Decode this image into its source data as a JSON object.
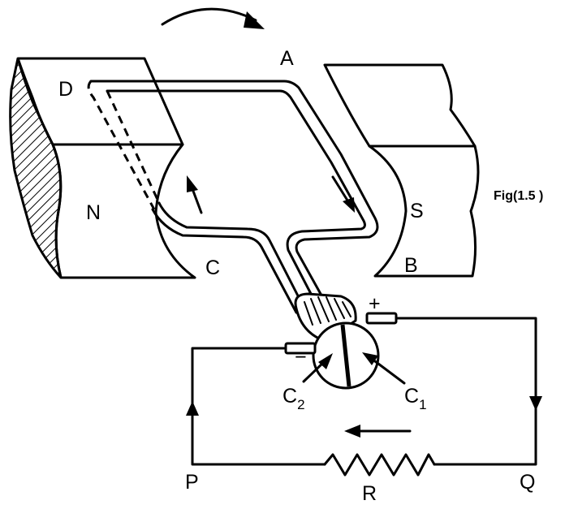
{
  "caption": "Fig(1.5 )",
  "labels": {
    "A": "A",
    "B": "B",
    "C": "C",
    "D": "D",
    "N": "N",
    "S": "S",
    "P": "P",
    "Q": "Q",
    "R": "R",
    "C1_main": "C",
    "C1_sub": "1",
    "C2_main": "C",
    "C2_sub": "2",
    "plus": "+",
    "minus": "−"
  }
}
